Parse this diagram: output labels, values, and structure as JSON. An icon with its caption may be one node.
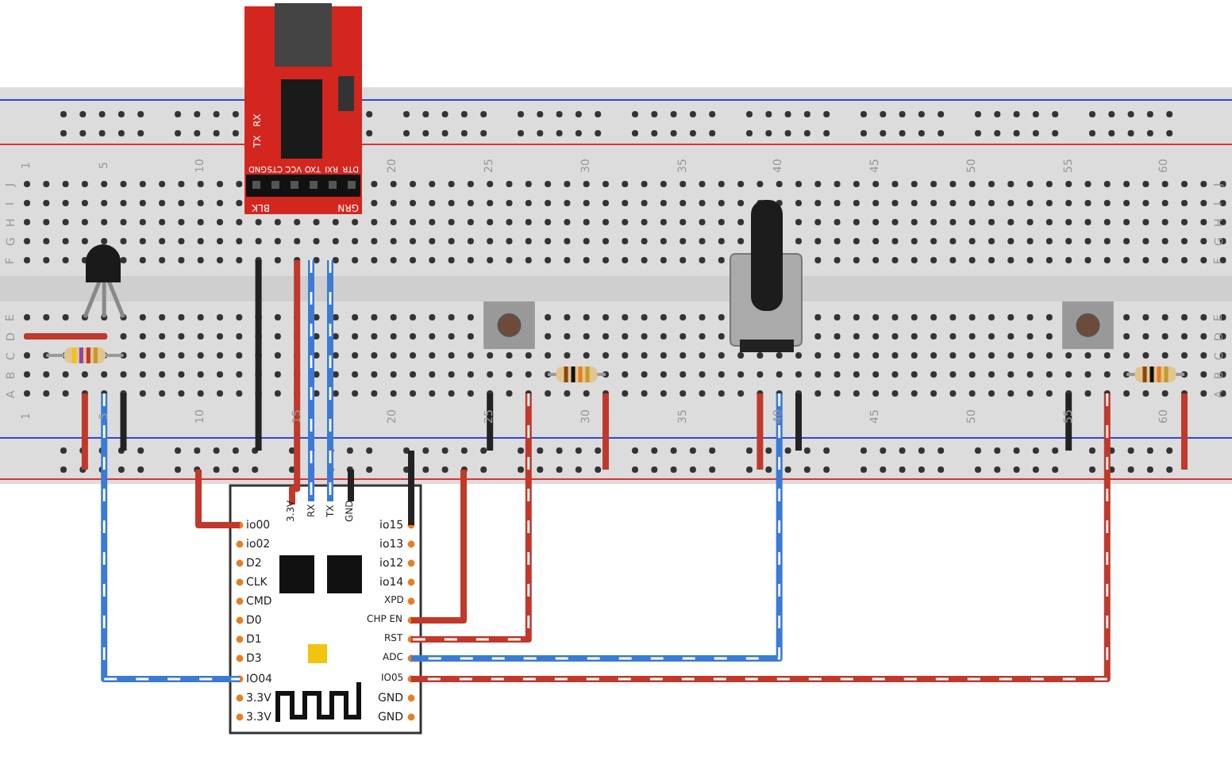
{
  "diagram": {
    "labels": [
      "TX",
      "RX",
      "GND",
      "CTS",
      "VCC",
      "TXO",
      "RXI",
      "DTR",
      "BLK",
      "GRN",
      "1",
      "5",
      "10",
      "20",
      "25",
      "30",
      "35",
      "40",
      "45",
      "50",
      "55",
      "60",
      "J",
      "I",
      "H",
      "G",
      "F",
      "E",
      "D",
      "C",
      "B",
      "A",
      "J",
      "I",
      "H",
      "G",
      "F",
      "E",
      "D",
      "C",
      "B",
      "A",
      "1",
      "5",
      "10",
      "15",
      "20",
      "25",
      "30",
      "35",
      "40",
      "45",
      "50",
      "55",
      "60",
      "3.3V",
      "RX",
      "TX",
      "GND",
      "io00",
      "io02",
      "D2",
      "CLK",
      "CMD",
      "D0",
      "D1",
      "D3",
      "IO04",
      "3.3V",
      "3.3V",
      "io15",
      "io13",
      "io12",
      "io14",
      "XPD",
      "CHP EN",
      "RST",
      "ADC",
      "IO05",
      "GND",
      "GND"
    ]
  }
}
